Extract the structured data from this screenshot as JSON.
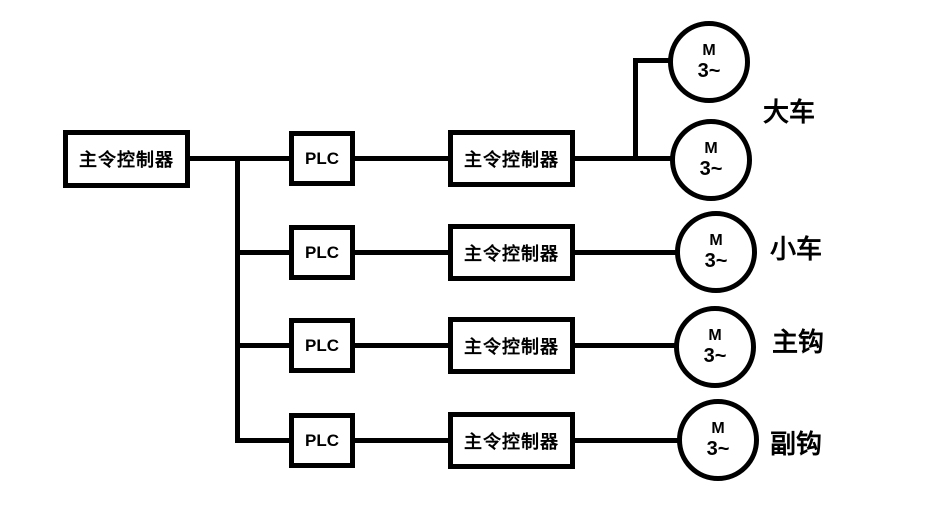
{
  "diagram_title": "crane-plc-control-block-diagram",
  "colors": {
    "line": "#000000",
    "background": "#ffffff"
  },
  "master": {
    "label": "主令控制器"
  },
  "rows": [
    {
      "plc_label": "PLC",
      "controller_label": "主令控制器",
      "group_label": "大车",
      "motors": [
        {
          "letter": "M",
          "phase": "3~"
        },
        {
          "letter": "M",
          "phase": "3~"
        }
      ]
    },
    {
      "plc_label": "PLC",
      "controller_label": "主令控制器",
      "group_label": "小车",
      "motors": [
        {
          "letter": "M",
          "phase": "3~"
        }
      ]
    },
    {
      "plc_label": "PLC",
      "controller_label": "主令控制器",
      "group_label": "主钩",
      "motors": [
        {
          "letter": "M",
          "phase": "3~"
        }
      ]
    },
    {
      "plc_label": "PLC",
      "controller_label": "主令控制器",
      "group_label": "副钩",
      "motors": [
        {
          "letter": "M",
          "phase": "3~"
        }
      ]
    }
  ]
}
